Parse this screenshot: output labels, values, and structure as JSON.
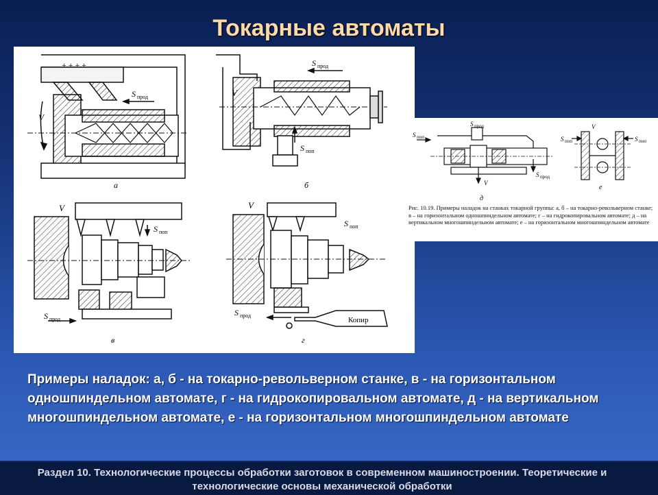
{
  "slide": {
    "title": "Токарные автоматы",
    "description": "Примеры наладок: а, б - на токарно-револьверном станке, в - на горизонтальном одношпиндельном автомате, г - на гидрокопировальном автомате, д - на вертикальном многошпиндельном автомате, е - на горизонтальном многошпиндельном автомате",
    "footer": "Раздел 10. Технологические процессы обработки заготовок в современном машиностроении. Теоретические и технологические основы механической обработки"
  },
  "figure": {
    "labels": {
      "a": "а",
      "b": "б",
      "v": "в",
      "g": "г",
      "d": "д",
      "e": "е",
      "feed_long": "S",
      "feed_long_sub": "прод",
      "feed_cross": "S",
      "feed_cross_sub": "поп",
      "speed": "V",
      "copier": "Копир"
    },
    "caption": "Рис. 10.19. Примеры наладок на станках токарной группы: а, б – на токарно-револьверном станке; в – на горизонтальном одношпиндельном автомате; г – на гидрокопировальном автомате; д – на вертикальном многошпиндельном автомате; е – на горизонтальном многошпиндельном автомате"
  }
}
